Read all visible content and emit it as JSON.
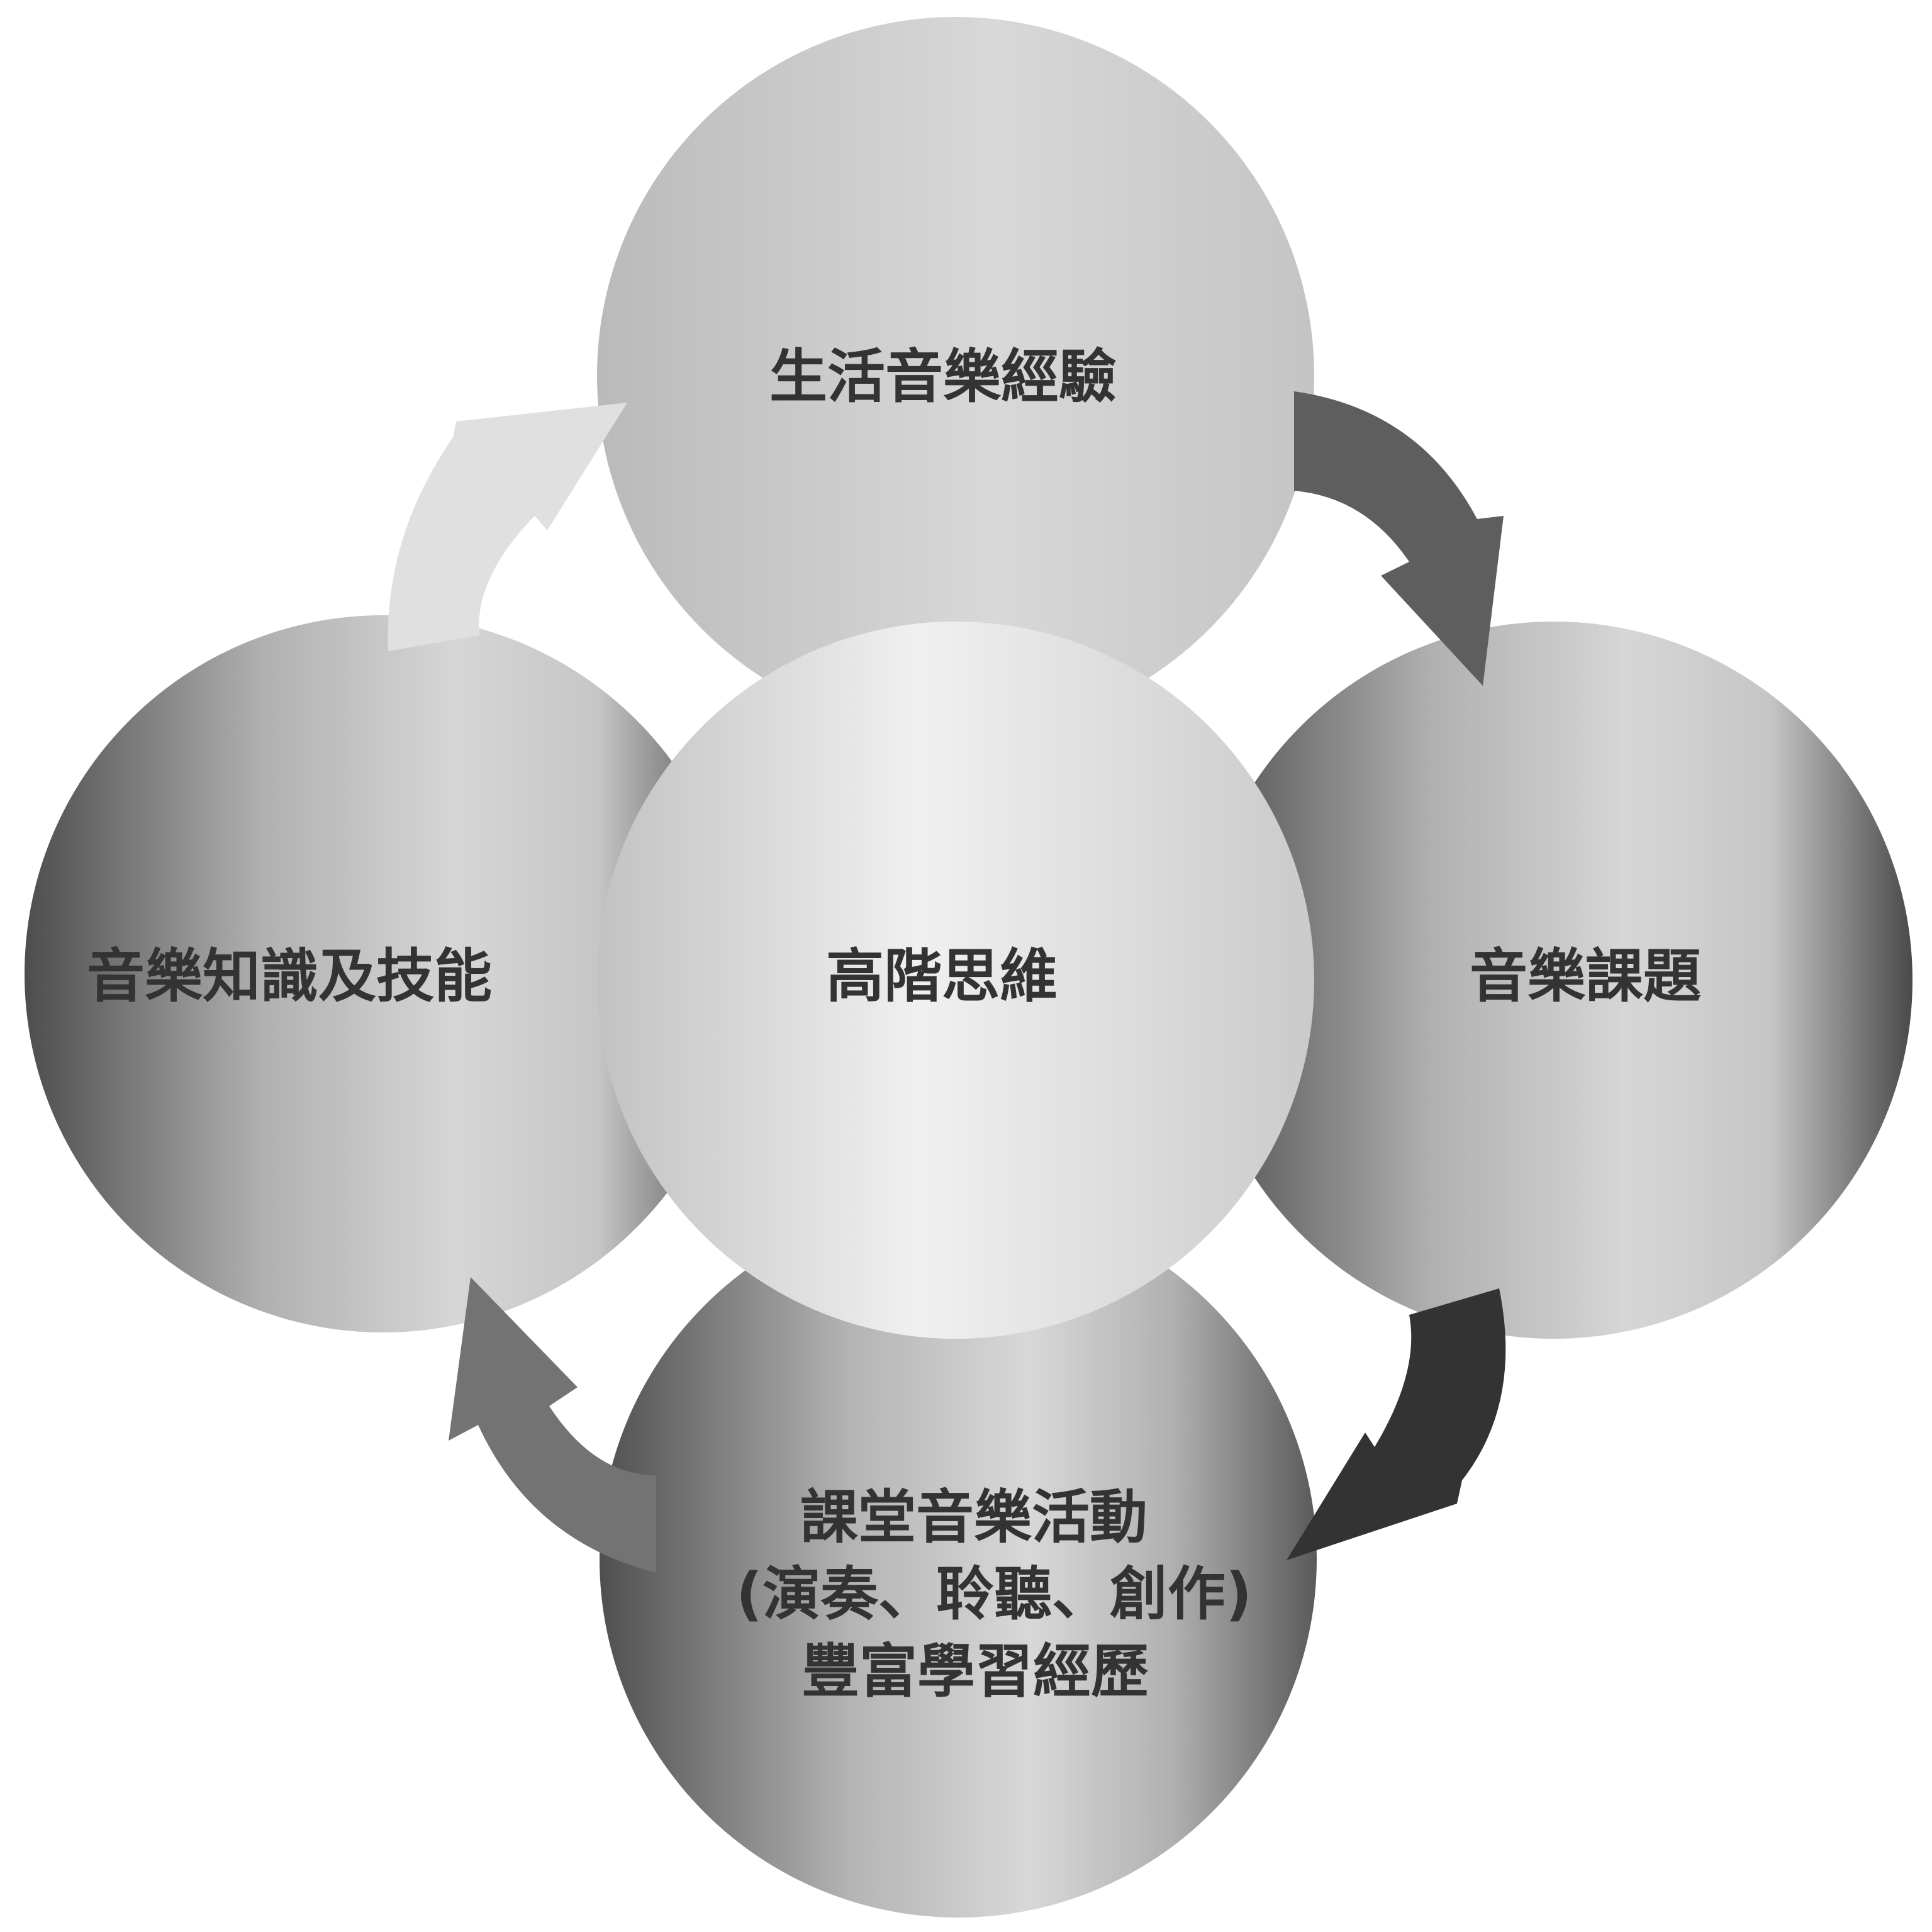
{
  "diagram": {
    "center": {
      "label": "高階思維"
    },
    "top": {
      "label": "生活音樂經驗"
    },
    "right": {
      "label": "音樂課題"
    },
    "bottom": {
      "line1": "課堂音樂活動",
      "line2": "(演奏、聆聽、創作)",
      "line3": "豐富學習經歷"
    },
    "left": {
      "label": "音樂知識及技能"
    }
  },
  "colors": {
    "text": "#333333",
    "arrow_top_to_right": "#5e5e5e",
    "arrow_right_to_bottom": "#333333",
    "arrow_bottom_to_left": "#737373",
    "arrow_left_to_top": "#e0e0e0"
  }
}
